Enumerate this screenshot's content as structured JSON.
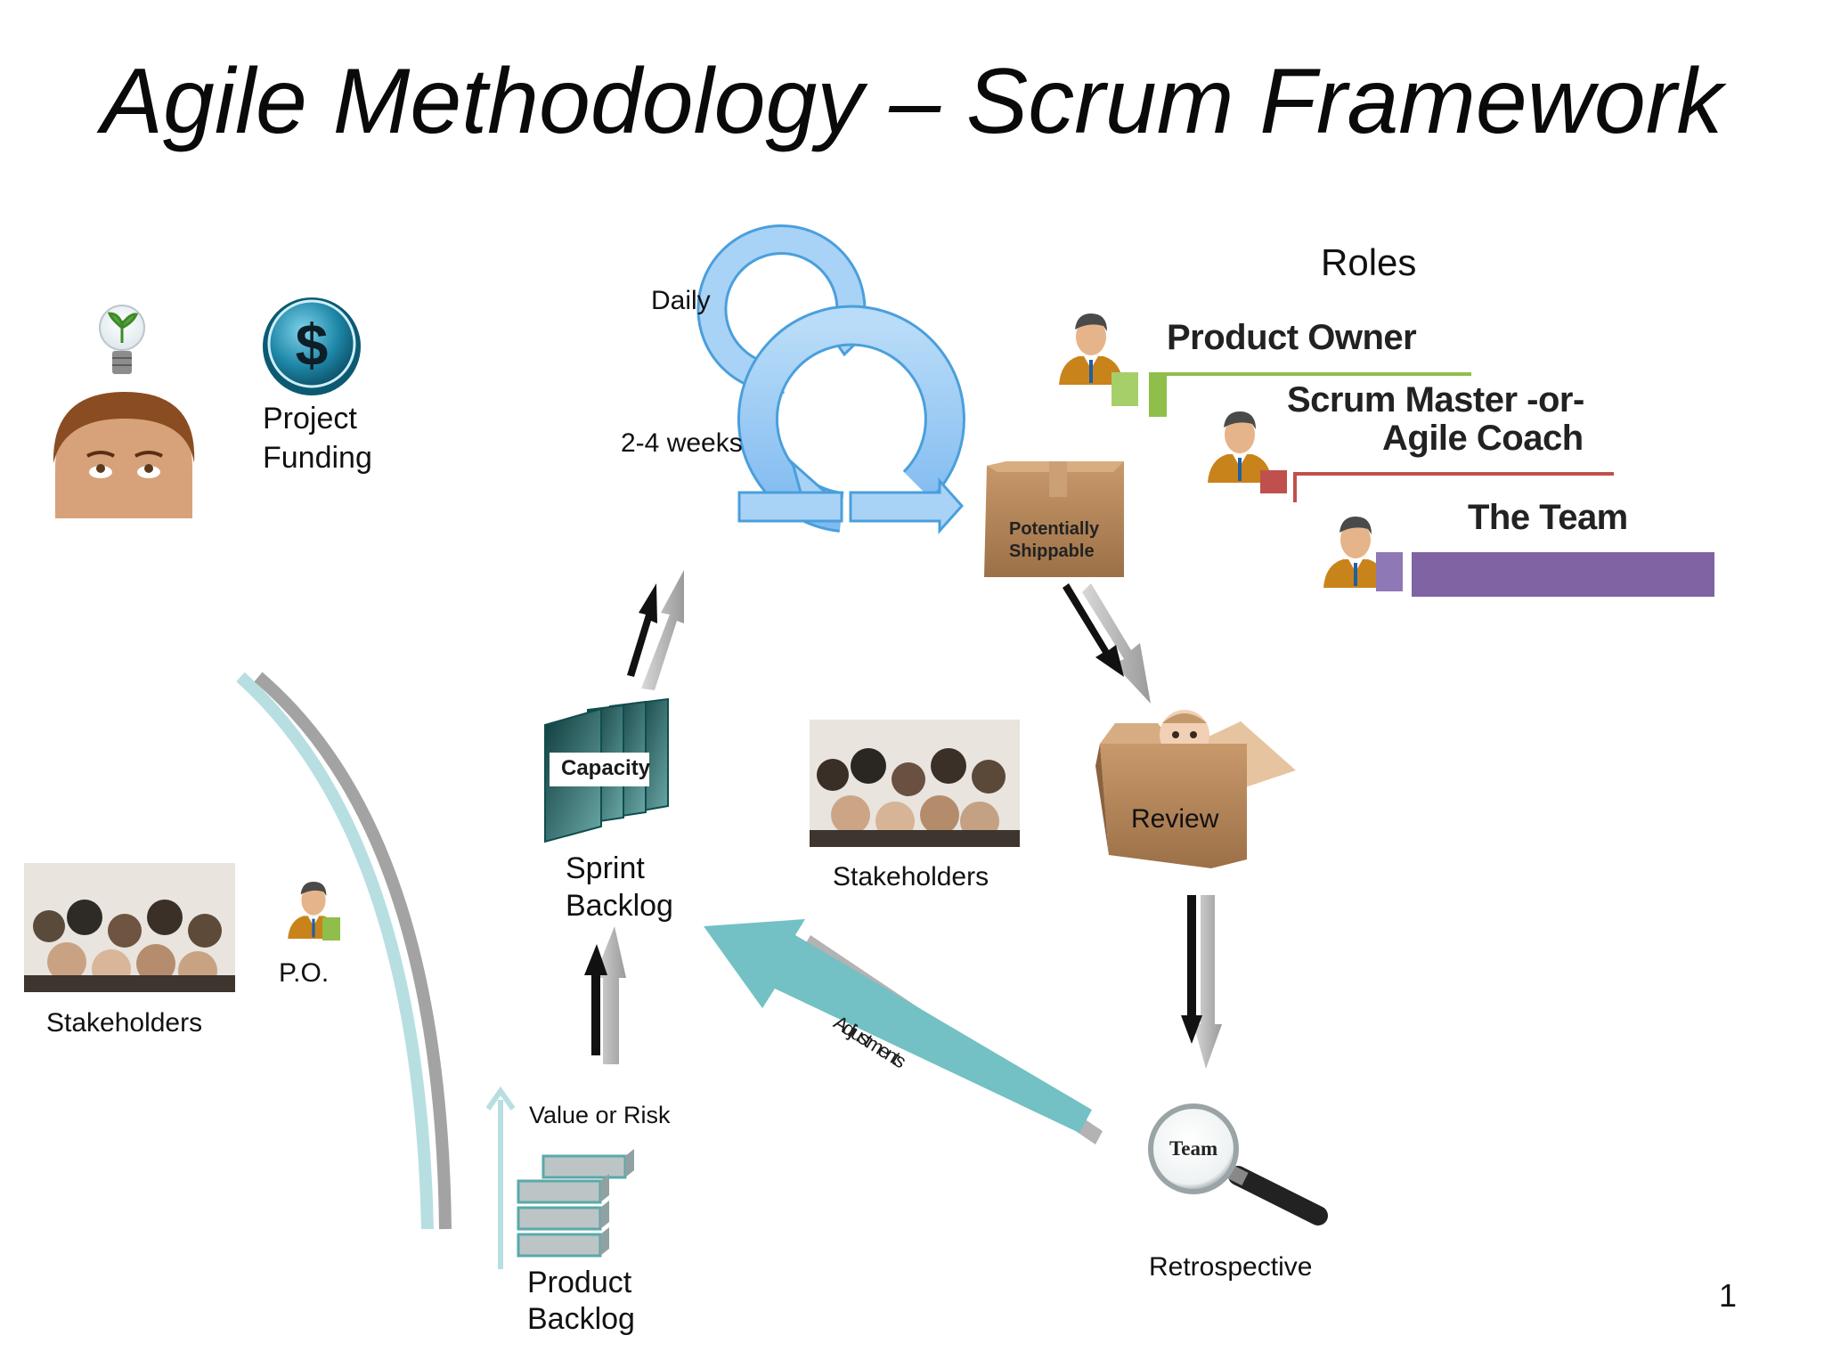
{
  "slide": {
    "title": "Agile Methodology – Scrum Framework",
    "page_number": "1"
  },
  "labels": {
    "project_funding_1": "Project",
    "project_funding_2": "Funding",
    "daily": "Daily",
    "sprint_length": "2-4 weeks",
    "potentially_shippable_1": "Potentially",
    "potentially_shippable_2": "Shippable",
    "capacity": "Capacity",
    "sprint_backlog_1": "Sprint",
    "sprint_backlog_2": "Backlog",
    "stakeholders_center": "Stakeholders",
    "stakeholders_left": "Stakeholders",
    "review": "Review",
    "po": "P.O.",
    "adjustments": "Adjustments",
    "value_or_risk": "Value or Risk",
    "team_magnifier": "Team",
    "retrospective": "Retrospective",
    "product_backlog_1": "Product",
    "product_backlog_2": "Backlog"
  },
  "roles": {
    "heading": "Roles",
    "product_owner": "Product Owner",
    "scrum_master_1": "Scrum Master  -or-",
    "scrum_master_2": "Agile Coach",
    "the_team": "The Team"
  },
  "colors": {
    "cycle_blue": "#8cc6f4",
    "cycle_blue_stroke": "#4a9fdc",
    "adjust_teal": "#73c1c4",
    "po_green": "#8fbe4a",
    "sm_red": "#c0504d",
    "team_purple": "#7f63a2",
    "box_brown": "#b4865a",
    "funding_teal": "#1d7f9a"
  }
}
